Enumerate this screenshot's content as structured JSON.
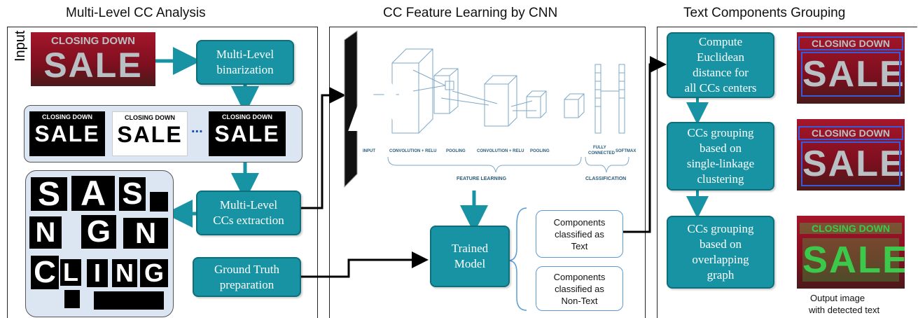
{
  "titles": {
    "panel1": "Multi-Level CC Analysis",
    "panel2": "CC Feature Learning by CNN",
    "panel3": "Text Components Grouping"
  },
  "panel1": {
    "input_label": "Input",
    "sign_top": "CLOSING DOWN",
    "sign_bottom": "SALE",
    "binarization": [
      "Multi-Level",
      "binarization"
    ],
    "ellipsis": "...",
    "cc_extraction": [
      "Multi-Level",
      "CCs extraction"
    ],
    "ground_truth": [
      "Ground Truth",
      "preparation"
    ],
    "components": [
      "S",
      "A",
      "S",
      "N",
      "G",
      "N",
      "C",
      "L",
      "I",
      "N",
      "G"
    ]
  },
  "panel2": {
    "cnn_letter": "A",
    "cnn_labels": {
      "input": "INPUT",
      "conv1": "CONVOLUTION + RELU",
      "pool1": "POOLING",
      "conv2": "CONVOLUTION + RELU",
      "pool2": "POOLING",
      "fc": [
        "FULLY",
        "CONNECTED"
      ],
      "softmax": "SOFTMAX",
      "feature_learning": "FEATURE LEARNING",
      "classification": "CLASSIFICATION"
    },
    "trained_model": [
      "Trained",
      "Model"
    ],
    "text_class": [
      "Components",
      "classified as",
      "Text"
    ],
    "nontext_class": [
      "Components",
      "classified as",
      "Non-Text"
    ]
  },
  "panel3": {
    "euclidean": [
      "Compute",
      "Euclidean",
      "distance for",
      "all CCs centers"
    ],
    "single_linkage": [
      "CCs grouping",
      "based on",
      "single-linkage",
      "clustering"
    ],
    "overlapping": [
      "CCs grouping",
      "based on",
      "overlapping",
      "graph"
    ],
    "output_caption": [
      "Output image",
      "with detected text"
    ]
  },
  "colors": {
    "teal": "#1793a3",
    "panel_bg": "#dce6f2",
    "arrow": "#1793a3",
    "sign_red": "#a5162a",
    "detection_blue": "#3a5bd9",
    "detection_green": "#3cc84a"
  }
}
